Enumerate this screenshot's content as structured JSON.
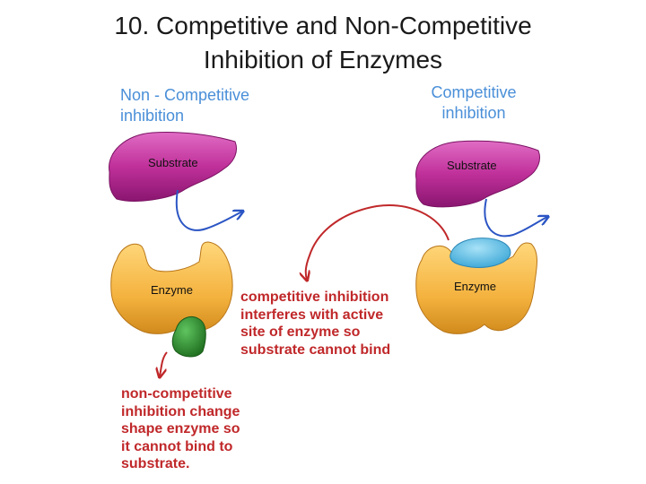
{
  "title": {
    "line1": "10. Competitive and Non-Competitive",
    "line2": "Inhibition of Enzymes"
  },
  "left_panel": {
    "heading_line1": "Non - Competitive",
    "heading_line2": "inhibition",
    "substrate_label": "Substrate",
    "enzyme_label": "Enzyme"
  },
  "right_panel": {
    "heading_line1": "Competitive",
    "heading_line2": "inhibition",
    "substrate_label": "Substrate",
    "enzyme_label": "Enzyme"
  },
  "competitive_note": [
    "competitive inhibition",
    "interferes with active",
    "site of enzyme so",
    "substrate cannot bind"
  ],
  "noncompetitive_note": [
    "non-competitive",
    "inhibition change",
    "shape enzyme so",
    "it cannot bind to",
    "substrate."
  ],
  "colors": {
    "substrate": "#c0309a",
    "enzyme": "#f4b23e",
    "noncompetitive_inhibitor": "#2e8a2e",
    "competitive_inhibitor": "#5bbde6",
    "blue_arrow": "#2b55c4",
    "red_arrow": "#c0282a",
    "heading_blue": "#4a8fd8"
  }
}
